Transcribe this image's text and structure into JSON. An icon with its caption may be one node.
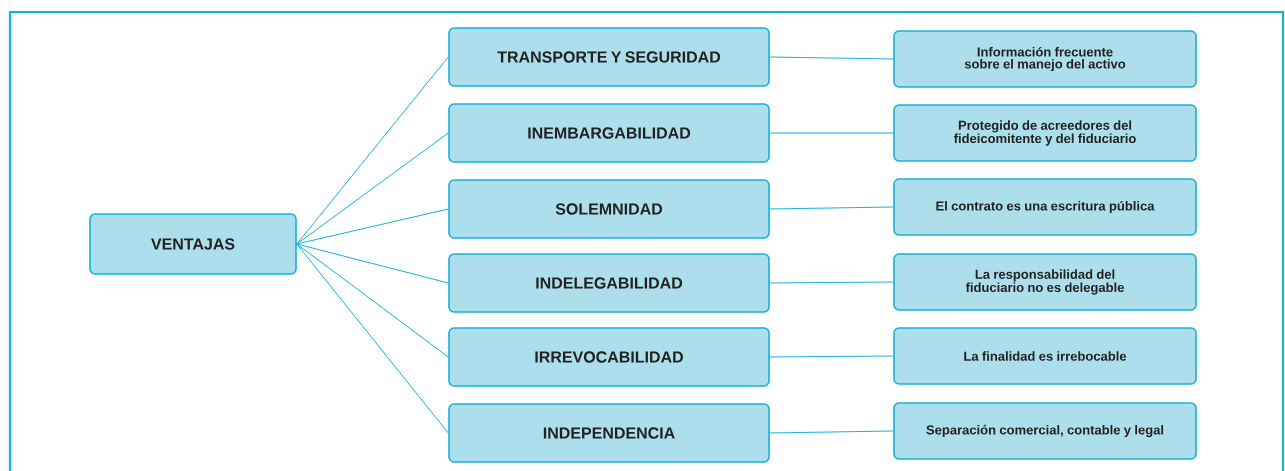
{
  "diagram": {
    "nodes": [
      {
        "text": [
          "VENTAJAS"
        ]
      },
      {
        "text": [
          "TRANSPORTE Y SEGURIDAD"
        ]
      },
      {
        "text": [
          "INEMBARGABILIDAD"
        ]
      },
      {
        "text": [
          "SOLEMNIDAD"
        ]
      },
      {
        "text": [
          "INDELEGABILIDAD"
        ]
      },
      {
        "text": [
          "IRREVOCABILIDAD"
        ]
      },
      {
        "text": [
          "INDEPENDENCIA"
        ]
      },
      {
        "text": [
          "Información frecuente sobre el manejo del activo"
        ]
      },
      {
        "text": [
          "Protegido de acreedores del fideicomitente y del fiduciario"
        ]
      },
      {
        "text": [
          "El contrato es una escritura pública"
        ]
      },
      {
        "text": [
          "La responsabilidad del fiduciario no es delegable"
        ]
      },
      {
        "text": [
          "La finalidad es irrebocable"
        ]
      },
      {
        "text": [
          "Separación comercial, contable y legal"
        ]
      }
    ],
    "edges": [
      {
        "from": 0,
        "to": 1,
        "arrow": "none"
      },
      {
        "from": 0,
        "to": 2,
        "arrow": "none"
      },
      {
        "from": 0,
        "to": 3,
        "arrow": "none"
      },
      {
        "from": 0,
        "to": 4,
        "arrow": "none"
      },
      {
        "from": 0,
        "to": 5,
        "arrow": "none"
      },
      {
        "from": 0,
        "to": 6,
        "arrow": "none"
      },
      {
        "from": 1,
        "to": 7,
        "arrow": "none"
      },
      {
        "from": 2,
        "to": 8,
        "arrow": "none"
      },
      {
        "from": 3,
        "to": 9,
        "arrow": "none"
      },
      {
        "from": 4,
        "to": 10,
        "arrow": "none"
      },
      {
        "from": 5,
        "to": 11,
        "arrow": "none"
      },
      {
        "from": 6,
        "to": 12,
        "arrow": "none"
      }
    ]
  }
}
